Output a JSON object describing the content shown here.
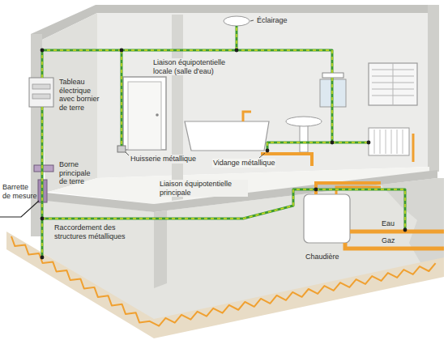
{
  "diagram": {
    "labels": [
      "Éclairage",
      "Tableau électrique avec bornier de terre",
      "Liaison équipotentielle locale (salle d'eau)",
      "Huisserie métallique",
      "Vidange métallique",
      "Borne principale de terre",
      "Barrette de mesure",
      "Raccordement des structures métalliques",
      "Liaison équipotentielle principale",
      "Eau",
      "Gaz",
      "Chaudière"
    ]
  }
}
